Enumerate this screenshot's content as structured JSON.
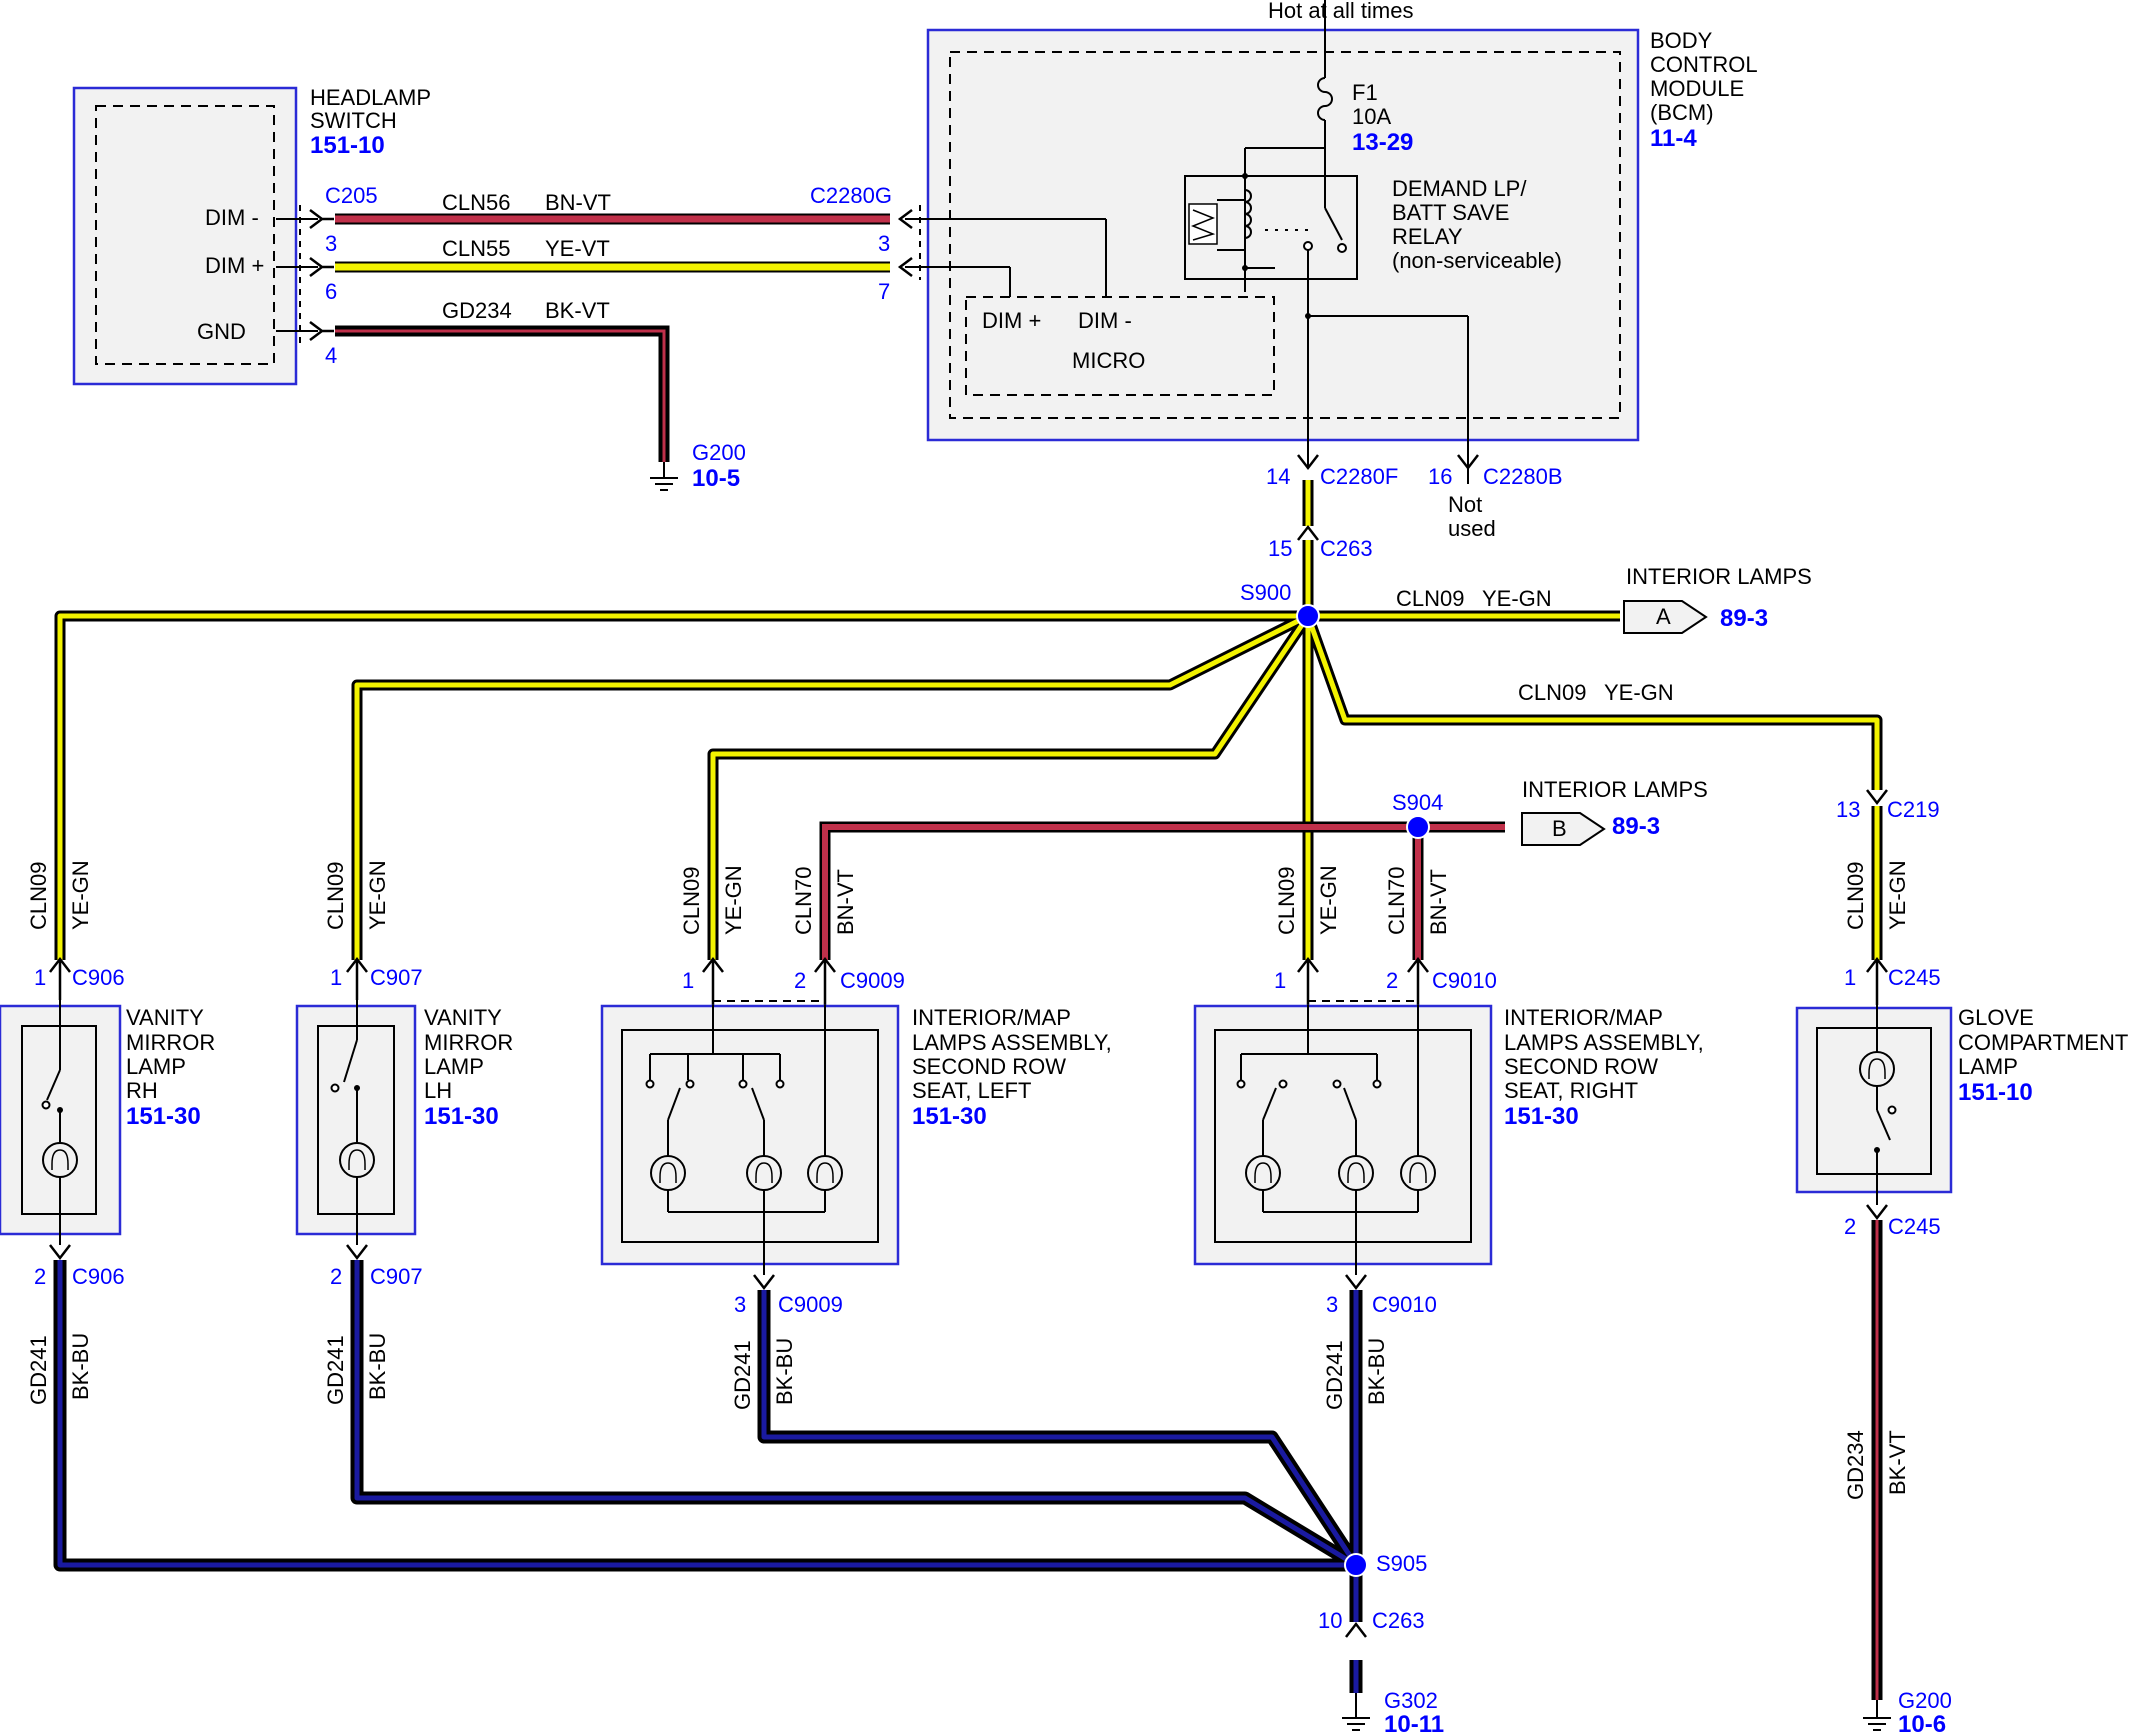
{
  "title": "",
  "colors": {
    "ye_gn": "#f2f200",
    "bn_vt": "#c0304a",
    "bk_vt": "#000000",
    "bk_bu": "#101060",
    "component_box": "#2b2bd6",
    "link_blue": "#0000ff",
    "splice_dot": "#0000ff"
  },
  "labels": {
    "hot_at_all_times": "Hot at all times",
    "headlamp_switch_1": "HEADLAMP",
    "headlamp_switch_2": "SWITCH",
    "headlamp_switch_ref": "151-10",
    "dim_minus": "DIM -",
    "dim_plus": "DIM +",
    "gnd": "GND",
    "bcm_1": "BODY",
    "bcm_2": "CONTROL",
    "bcm_3": "MODULE",
    "bcm_4": "(BCM)",
    "bcm_ref": "11-4",
    "fuse_1": "F1",
    "fuse_2": "10A",
    "fuse_ref": "13-29",
    "relay_1": "DEMAND LP/",
    "relay_2": "BATT SAVE",
    "relay_3": "RELAY",
    "relay_4": "(non-serviceable)",
    "micro_dim_plus": "DIM +",
    "micro_dim_minus": "DIM -",
    "micro": "MICRO",
    "not_used_1": "Not",
    "not_used_2": "used",
    "interior_lamps": "INTERIOR LAMPS",
    "connector_a": "A",
    "connector_b": "B",
    "interior_ref_a": "89-3",
    "interior_ref_b": "89-3",
    "vanity_rh_1": "VANITY",
    "vanity_rh_2": "MIRROR",
    "vanity_rh_3": "LAMP",
    "vanity_rh_4": "RH",
    "vanity_rh_ref": "151-30",
    "vanity_lh_1": "VANITY",
    "vanity_lh_2": "MIRROR",
    "vanity_lh_3": "LAMP",
    "vanity_lh_4": "LH",
    "vanity_lh_ref": "151-30",
    "map_left_1": "INTERIOR/MAP",
    "map_left_2": "LAMPS ASSEMBLY,",
    "map_left_3": "SECOND ROW",
    "map_left_4": "SEAT, LEFT",
    "map_left_ref": "151-30",
    "map_right_1": "INTERIOR/MAP",
    "map_right_2": "LAMPS ASSEMBLY,",
    "map_right_3": "SECOND ROW",
    "map_right_4": "SEAT, RIGHT",
    "map_right_ref": "151-30",
    "glove_1": "GLOVE",
    "glove_2": "COMPARTMENT",
    "glove_3": "LAMP",
    "glove_ref": "151-10",
    "g200_top": "G200",
    "g200_top_ref": "10-5",
    "g302": "G302",
    "g302_ref": "10-11",
    "g200_bot": "G200",
    "g200_bot_ref": "10-6"
  },
  "wires": {
    "cln56": "CLN56",
    "bn_vt": "BN-VT",
    "cln55": "CLN55",
    "ye_vt": "YE-VT",
    "gd234": "GD234",
    "bk_vt": "BK-VT",
    "cln09": "CLN09",
    "ye_gn": "YE-GN",
    "cln70": "CLN70",
    "gd241": "GD241",
    "bk_bu": "BK-BU"
  },
  "connectors": {
    "c205": "C205",
    "c2280g": "C2280G",
    "c2280f": "C2280F",
    "c2280b": "C2280B",
    "c263": "C263",
    "c906": "C906",
    "c907": "C907",
    "c9009": "C9009",
    "c9010": "C9010",
    "c219": "C219",
    "c245": "C245"
  },
  "splices": {
    "s900": "S900",
    "s904": "S904",
    "s905": "S905"
  },
  "pins": {
    "p3": "3",
    "p6": "6",
    "p4": "4",
    "p7": "7",
    "p14": "14",
    "p16": "16",
    "p15": "15",
    "p13": "13",
    "p1": "1",
    "p2": "2",
    "p10": "10"
  }
}
